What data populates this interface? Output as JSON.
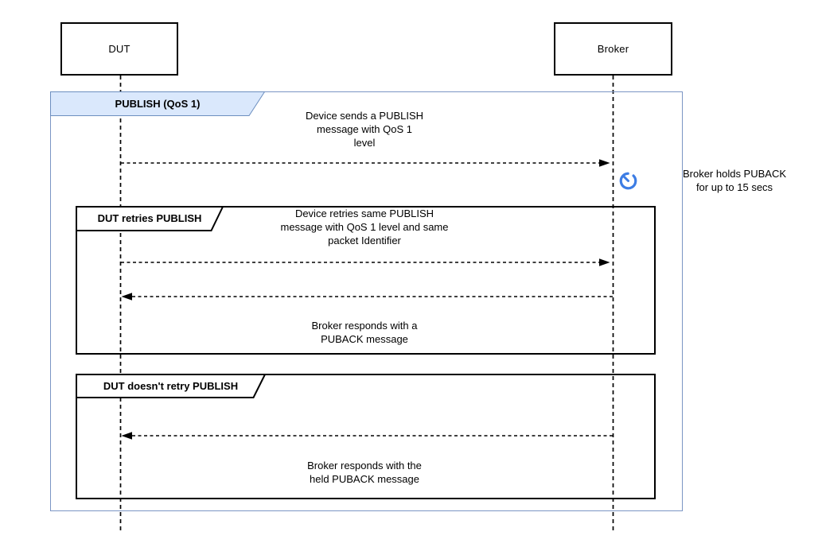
{
  "diagram": {
    "type": "uml-sequence-diagram",
    "actors": {
      "dut": "DUT",
      "broker": "Broker"
    },
    "frames": {
      "outer_label": "PUBLISH (QoS 1)",
      "retry_label": "DUT retries PUBLISH",
      "no_retry_label": "DUT doesn't retry PUBLISH"
    },
    "messages": {
      "publish": {
        "lines": [
          "Device sends a PUBLISH",
          "message with QoS 1",
          "level"
        ]
      },
      "broker_hold_note": {
        "lines": [
          "Broker holds PUBACK",
          "for up to 15 secs"
        ]
      },
      "retry_publish": {
        "lines": [
          "Device retries same PUBLISH",
          "message with QoS 1 level and same",
          "packet Identifier"
        ]
      },
      "puback": {
        "lines": [
          "Broker responds with a",
          "PUBACK message"
        ]
      },
      "held_puback": {
        "lines": [
          "Broker responds with the",
          "held PUBACK message"
        ]
      }
    },
    "icons": {
      "broker_hold_timer": "timer-icon"
    },
    "colors": {
      "outer_frame_border": "#7b95c4",
      "frame_label_fill": "#dae8fc",
      "frame_label_border": "#6c8ebf",
      "timer_icon_blue": "#3d7de4",
      "line_color": "#000000"
    }
  }
}
